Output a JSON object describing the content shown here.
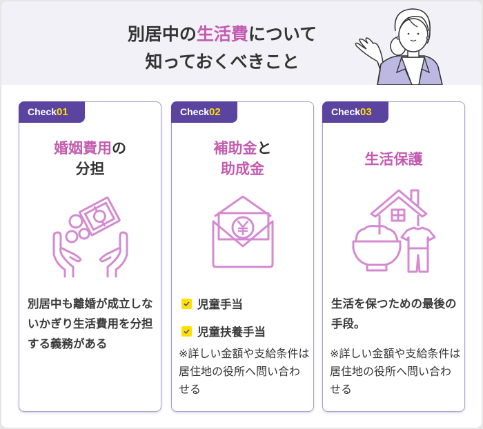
{
  "header": {
    "title_line1_prefix": "別居中の",
    "title_line1_accent": "生活費",
    "title_line1_suffix": "について",
    "title_line2": "知っておくべきこと",
    "illustration": "woman-presenting-illustration"
  },
  "colors": {
    "accent_pink": "#c45bb0",
    "tab_purple": "#5a44a0",
    "tab_number_yellow": "#ffe100",
    "card_border": "#a39dcc",
    "header_bg": "#f2f1f8",
    "icon_stroke": "#d48ad0"
  },
  "cards": [
    {
      "tab_label": "Check",
      "tab_number": "01",
      "title_accent": "婚姻費用",
      "title_suffix": "の",
      "title_line2": "分担",
      "icon": "hands-money-icon",
      "body": "別居中も離婚が成立しないかぎり生活費用を分担する義務がある"
    },
    {
      "tab_label": "Check",
      "tab_number": "02",
      "title_accent": "補助金",
      "title_suffix": "と",
      "title_line2_accent": "助成金",
      "icon": "envelope-yen-icon",
      "checklist": [
        "児童手当",
        "児童扶養手当"
      ],
      "note": "※詳しい金額や支給条件は居住地の役所へ問い合わせる"
    },
    {
      "tab_label": "Check",
      "tab_number": "03",
      "title_accent": "生活保護",
      "icon": "house-food-clothes-icon",
      "body": "生活を保つための最後の手段。",
      "note": "※詳しい金額や支給条件は居住地の役所へ問い合わせる"
    }
  ]
}
